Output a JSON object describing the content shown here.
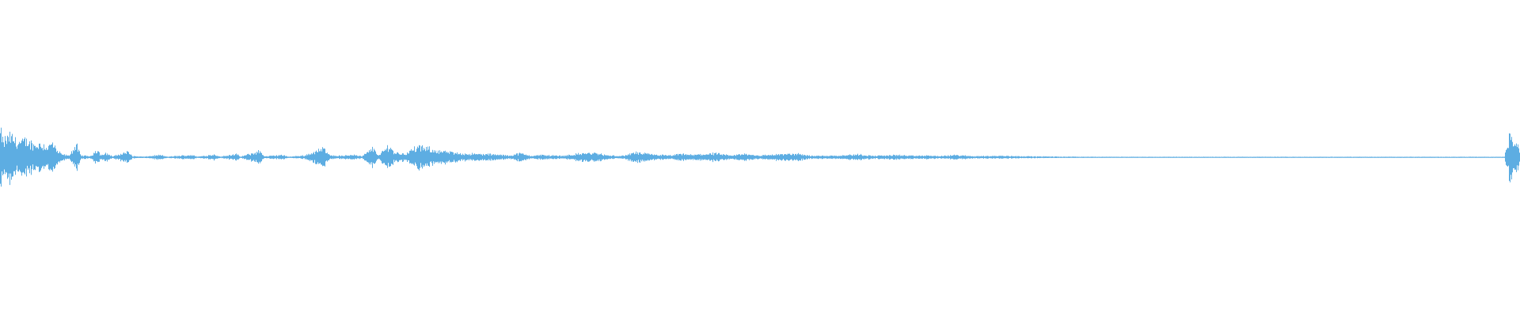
{
  "waveform": {
    "color": "#5DADE2",
    "background": "#ffffff",
    "baseline_visible": true,
    "keyframes": [
      [
        0.0,
        0.95
      ],
      [
        0.002,
        0.55
      ],
      [
        0.006,
        0.8
      ],
      [
        0.012,
        0.55
      ],
      [
        0.018,
        0.6
      ],
      [
        0.022,
        0.45
      ],
      [
        0.027,
        0.5
      ],
      [
        0.031,
        0.35
      ],
      [
        0.034,
        0.55
      ],
      [
        0.037,
        0.25
      ],
      [
        0.04,
        0.12
      ],
      [
        0.045,
        0.05
      ],
      [
        0.05,
        0.45
      ],
      [
        0.053,
        0.06
      ],
      [
        0.06,
        0.04
      ],
      [
        0.062,
        0.22
      ],
      [
        0.064,
        0.28
      ],
      [
        0.066,
        0.08
      ],
      [
        0.07,
        0.14
      ],
      [
        0.074,
        0.03
      ],
      [
        0.084,
        0.2
      ],
      [
        0.087,
        0.04
      ],
      [
        0.095,
        0.02
      ],
      [
        0.105,
        0.08
      ],
      [
        0.11,
        0.02
      ],
      [
        0.126,
        0.08
      ],
      [
        0.13,
        0.02
      ],
      [
        0.141,
        0.1
      ],
      [
        0.145,
        0.02
      ],
      [
        0.155,
        0.12
      ],
      [
        0.158,
        0.02
      ],
      [
        0.171,
        0.22
      ],
      [
        0.174,
        0.03
      ],
      [
        0.185,
        0.08
      ],
      [
        0.19,
        0.02
      ],
      [
        0.2,
        0.06
      ],
      [
        0.213,
        0.32
      ],
      [
        0.218,
        0.06
      ],
      [
        0.226,
        0.05
      ],
      [
        0.233,
        0.1
      ],
      [
        0.238,
        0.03
      ],
      [
        0.246,
        0.35
      ],
      [
        0.249,
        0.05
      ],
      [
        0.256,
        0.45
      ],
      [
        0.259,
        0.18
      ],
      [
        0.266,
        0.12
      ],
      [
        0.275,
        0.38
      ],
      [
        0.28,
        0.32
      ],
      [
        0.29,
        0.22
      ],
      [
        0.3,
        0.15
      ],
      [
        0.31,
        0.12
      ],
      [
        0.325,
        0.1
      ],
      [
        0.335,
        0.06
      ],
      [
        0.342,
        0.14
      ],
      [
        0.35,
        0.05
      ],
      [
        0.356,
        0.08
      ],
      [
        0.37,
        0.05
      ],
      [
        0.385,
        0.15
      ],
      [
        0.393,
        0.14
      ],
      [
        0.4,
        0.06
      ],
      [
        0.41,
        0.05
      ],
      [
        0.418,
        0.17
      ],
      [
        0.425,
        0.12
      ],
      [
        0.435,
        0.08
      ],
      [
        0.44,
        0.06
      ],
      [
        0.45,
        0.12
      ],
      [
        0.455,
        0.08
      ],
      [
        0.47,
        0.14
      ],
      [
        0.48,
        0.06
      ],
      [
        0.49,
        0.12
      ],
      [
        0.5,
        0.06
      ],
      [
        0.51,
        0.1
      ],
      [
        0.525,
        0.12
      ],
      [
        0.535,
        0.05
      ],
      [
        0.55,
        0.06
      ],
      [
        0.565,
        0.1
      ],
      [
        0.575,
        0.05
      ],
      [
        0.59,
        0.08
      ],
      [
        0.6,
        0.05
      ],
      [
        0.61,
        0.06
      ],
      [
        0.62,
        0.04
      ],
      [
        0.628,
        0.08
      ],
      [
        0.64,
        0.04
      ],
      [
        0.66,
        0.05
      ],
      [
        0.68,
        0.03
      ],
      [
        0.7,
        0.02
      ],
      [
        0.72,
        0.015
      ],
      [
        0.74,
        0.01
      ],
      [
        0.76,
        0.005
      ],
      [
        0.78,
        0.004
      ],
      [
        0.8,
        0.004
      ],
      [
        0.85,
        0.004
      ],
      [
        0.9,
        0.004
      ],
      [
        0.95,
        0.004
      ],
      [
        0.99,
        0.004
      ],
      [
        0.994,
        0.85
      ],
      [
        0.996,
        0.45
      ],
      [
        0.998,
        0.6
      ],
      [
        1.0,
        0.3
      ]
    ]
  }
}
